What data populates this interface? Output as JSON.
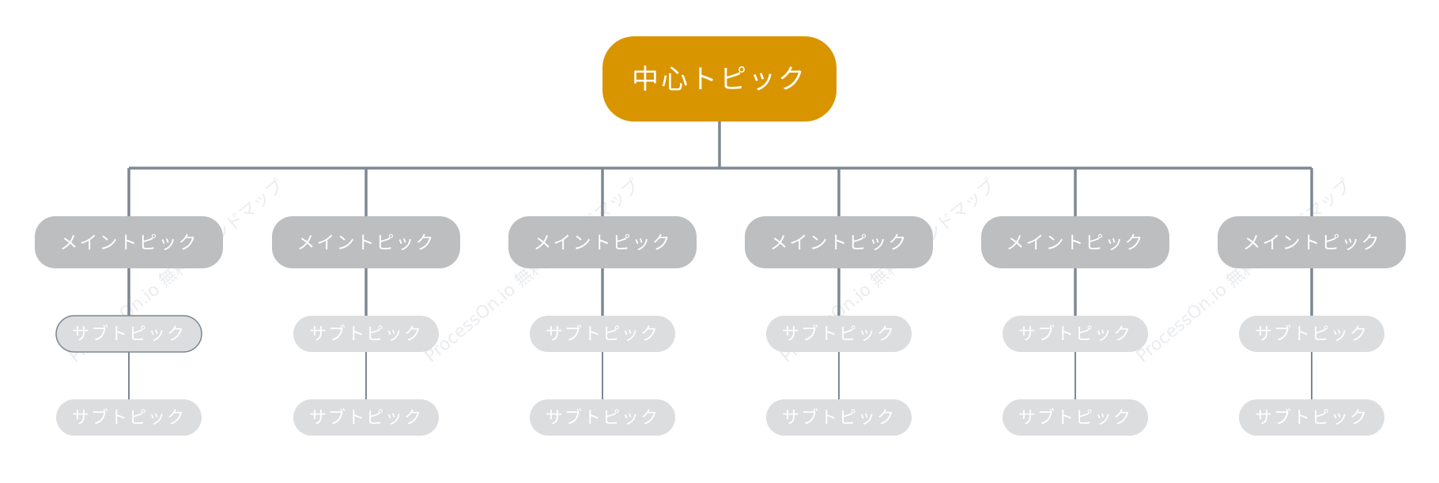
{
  "colors": {
    "background": "#ffffff",
    "connector": "#7d8893",
    "center_fill": "#d99500",
    "center_text": "#ffffff",
    "main_fill": "#bdbec0",
    "main_text": "#ffffff",
    "sub_fill": "#dcdddf",
    "sub_text": "#ffffff",
    "sub_selected_stroke": "#7d8893",
    "watermark": "#e3e6ea"
  },
  "watermark": {
    "brand": "ProcessOn.io",
    "product": "無料マインドマップ"
  },
  "center_topic": {
    "label": "中心トピック"
  },
  "branches": [
    {
      "label": "メイントピック",
      "subtopics": [
        {
          "label": "サブトピック",
          "selected": true
        },
        {
          "label": "サブトピック",
          "selected": false
        }
      ]
    },
    {
      "label": "メイントピック",
      "subtopics": [
        {
          "label": "サブトピック",
          "selected": false
        },
        {
          "label": "サブトピック",
          "selected": false
        }
      ]
    },
    {
      "label": "メイントピック",
      "subtopics": [
        {
          "label": "サブトピック",
          "selected": false
        },
        {
          "label": "サブトピック",
          "selected": false
        }
      ]
    },
    {
      "label": "メイントピック",
      "subtopics": [
        {
          "label": "サブトピック",
          "selected": false
        },
        {
          "label": "サブトピック",
          "selected": false
        }
      ]
    },
    {
      "label": "メイントピック",
      "subtopics": [
        {
          "label": "サブトピック",
          "selected": false
        },
        {
          "label": "サブトピック",
          "selected": false
        }
      ]
    },
    {
      "label": "メイントピック",
      "subtopics": [
        {
          "label": "サブトピック",
          "selected": false
        },
        {
          "label": "サブトピック",
          "selected": false
        }
      ]
    }
  ]
}
